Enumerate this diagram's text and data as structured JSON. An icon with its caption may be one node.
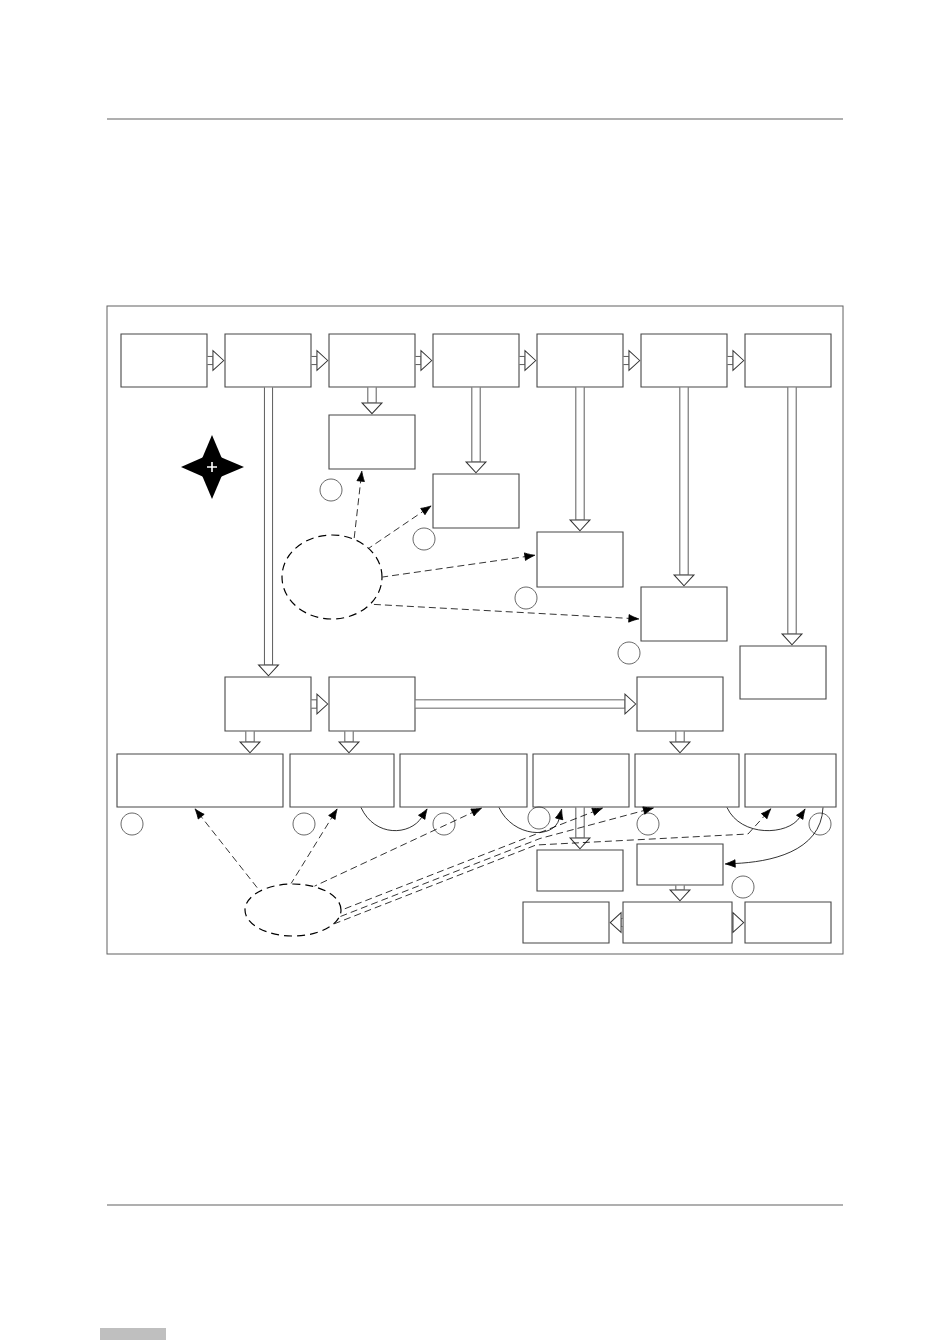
{
  "diagram": {
    "nodes": [
      {
        "text": [],
        "shape": "box"
      },
      {
        "text": [],
        "shape": "box"
      },
      {
        "text": [],
        "shape": "box"
      },
      {
        "text": [],
        "shape": "box"
      },
      {
        "text": [],
        "shape": "box"
      },
      {
        "text": [],
        "shape": "box"
      },
      {
        "text": [],
        "shape": "box"
      },
      {
        "text": [],
        "shape": "box"
      },
      {
        "text": [],
        "shape": "box"
      },
      {
        "text": [],
        "shape": "box"
      },
      {
        "text": [],
        "shape": "box"
      },
      {
        "text": [],
        "shape": "box"
      },
      {
        "text": [],
        "shape": "ellipse"
      },
      {
        "text": [],
        "shape": "box"
      },
      {
        "text": [],
        "shape": "box"
      },
      {
        "text": [],
        "shape": "box"
      },
      {
        "text": [],
        "shape": "box"
      },
      {
        "text": [],
        "shape": "box"
      },
      {
        "text": [],
        "shape": "box"
      },
      {
        "text": [],
        "shape": "box"
      },
      {
        "text": [],
        "shape": "box"
      },
      {
        "text": [],
        "shape": "box"
      },
      {
        "text": [],
        "shape": "box"
      },
      {
        "text": [],
        "shape": "box"
      },
      {
        "text": [],
        "shape": "box"
      },
      {
        "text": [],
        "shape": "box"
      },
      {
        "text": [],
        "shape": "box"
      },
      {
        "text": [],
        "shape": "ellipse"
      }
    ],
    "edges": [
      {
        "from": 0,
        "to": 1,
        "arrow": "to"
      },
      {
        "from": 1,
        "to": 2,
        "arrow": "to"
      },
      {
        "from": 2,
        "to": 3,
        "arrow": "to"
      },
      {
        "from": 3,
        "to": 4,
        "arrow": "to"
      },
      {
        "from": 4,
        "to": 5,
        "arrow": "to"
      },
      {
        "from": 5,
        "to": 6,
        "arrow": "to"
      },
      {
        "from": 2,
        "to": 7,
        "arrow": "to"
      },
      {
        "from": 3,
        "to": 8,
        "arrow": "to"
      },
      {
        "from": 4,
        "to": 9,
        "arrow": "to"
      },
      {
        "from": 5,
        "to": 10,
        "arrow": "to"
      },
      {
        "from": 6,
        "to": 11,
        "arrow": "to"
      },
      {
        "from": 1,
        "to": 13,
        "arrow": "to"
      },
      {
        "from": 13,
        "to": 14,
        "arrow": "to"
      },
      {
        "from": 14,
        "to": 15,
        "arrow": "to"
      },
      {
        "from": 13,
        "to": 16,
        "arrow": "to"
      },
      {
        "from": 14,
        "to": 17,
        "arrow": "to"
      },
      {
        "from": 15,
        "to": 20,
        "arrow": "to"
      },
      {
        "from": 19,
        "to": 22,
        "arrow": "to"
      },
      {
        "from": 23,
        "to": 25,
        "arrow": "to"
      },
      {
        "from": 25,
        "to": 24,
        "arrow": "to"
      },
      {
        "from": 25,
        "to": 26,
        "arrow": "to"
      },
      {
        "from": 12,
        "to": 7,
        "arrow": "to",
        "style": "dashed"
      },
      {
        "from": 12,
        "to": 8,
        "arrow": "to",
        "style": "dashed"
      },
      {
        "from": 12,
        "to": 9,
        "arrow": "to",
        "style": "dashed"
      },
      {
        "from": 12,
        "to": 10,
        "arrow": "to",
        "style": "dashed"
      },
      {
        "from": 27,
        "to": 16,
        "arrow": "to",
        "style": "dashed"
      },
      {
        "from": 27,
        "to": 17,
        "arrow": "to",
        "style": "dashed"
      },
      {
        "from": 27,
        "to": 18,
        "arrow": "to",
        "style": "dashed"
      },
      {
        "from": 27,
        "to": 19,
        "arrow": "to",
        "style": "dashed"
      },
      {
        "from": 27,
        "to": 20,
        "arrow": "to",
        "style": "dashed"
      },
      {
        "from": 27,
        "to": 21,
        "arrow": "to",
        "style": "dashed"
      },
      {
        "from": 17,
        "to": 18,
        "arrow": "to"
      },
      {
        "from": 18,
        "to": 19,
        "arrow": "to"
      },
      {
        "from": 20,
        "to": 21,
        "arrow": "to"
      },
      {
        "from": 21,
        "to": 23,
        "arrow": "to"
      }
    ]
  }
}
